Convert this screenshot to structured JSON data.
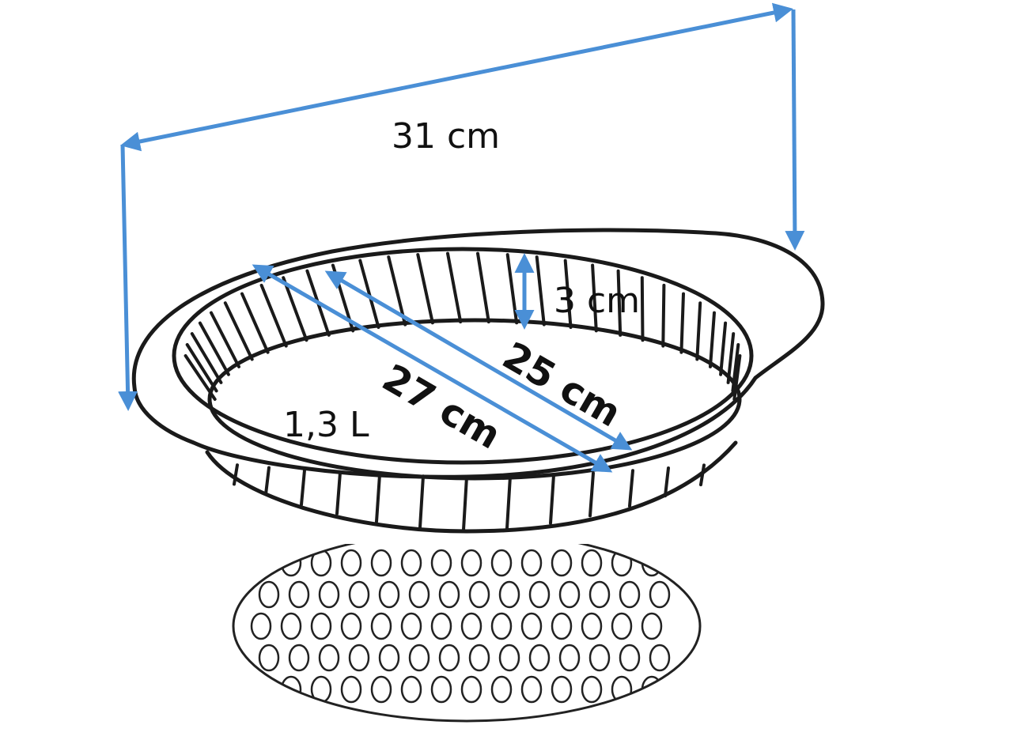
{
  "labels": {
    "width_handles": "31 cm",
    "height": "3 cm",
    "outer_diameter": "27 cm",
    "inner_diameter": "25 cm",
    "volume": "1,3 L"
  },
  "colors": {
    "dimension_lines": "#4a8fd6",
    "outline": "#1a1a1a"
  }
}
